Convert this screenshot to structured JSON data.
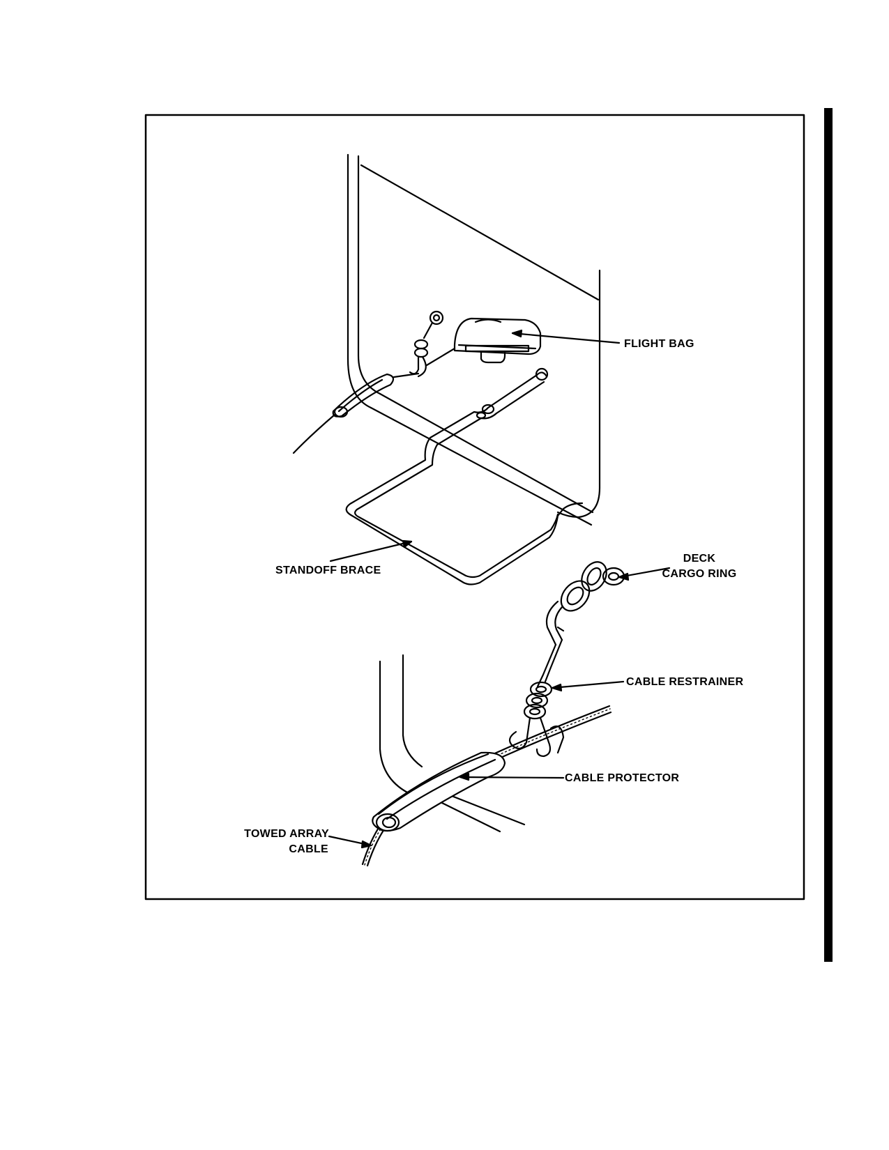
{
  "figure": {
    "labels": {
      "flight_bag": "FLIGHT BAG",
      "standoff_brace": "STANDOFF BRACE",
      "deck_cargo_ring_line1": "DECK",
      "deck_cargo_ring_line2": "CARGO RING",
      "cable_restrainer": "CABLE RESTRAINER",
      "cable_protector": "CABLE PROTECTOR",
      "towed_array_cable_line1": "TOWED ARRAY",
      "towed_array_cable_line2": "CABLE"
    }
  },
  "colors": {
    "ink": "#000000",
    "paper": "#ffffff"
  }
}
